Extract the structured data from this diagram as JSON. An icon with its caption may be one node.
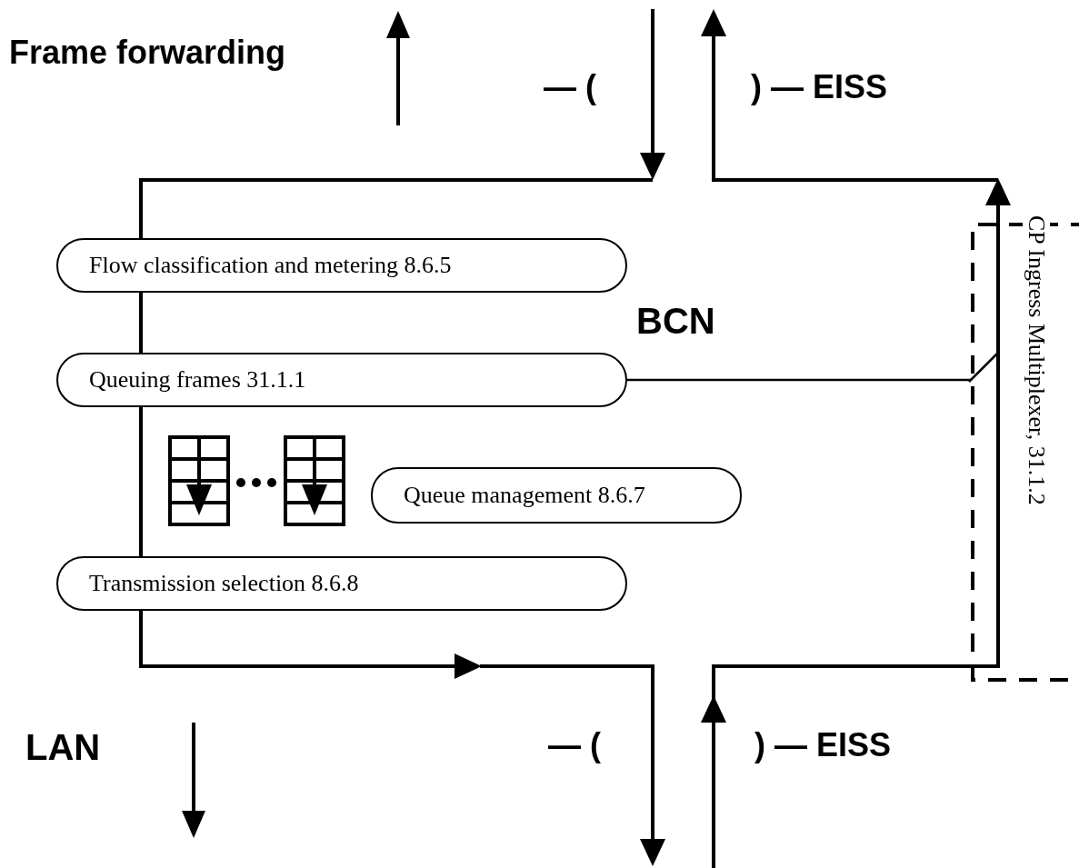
{
  "diagram": {
    "nodes": [
      {
        "text": [
          "Flow classification and metering 8.6.5"
        ]
      },
      {
        "text": [
          "Queuing frames 31.1.1"
        ]
      },
      {
        "text": [
          "Queue management 8.6.7"
        ]
      },
      {
        "text": [
          "Transmission selection 8.6.8"
        ]
      },
      {
        "text": [
          "CP Ingress Multiplexer, 31.1.2"
        ]
      }
    ],
    "edges": [
      {
        "from": 1,
        "to": 4,
        "arrow": "none"
      }
    ],
    "labels": [
      "Frame forwarding",
      "— (",
      ") — EISS",
      "BCN",
      "LAN",
      "— (",
      ") — EISS"
    ]
  }
}
